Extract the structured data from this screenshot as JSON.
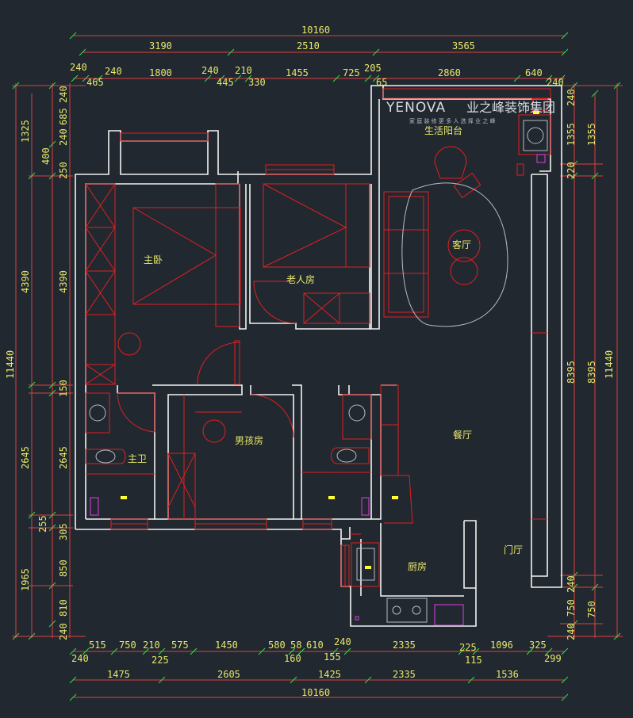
{
  "brand": {
    "logo_text": "YENOVA",
    "company": "业之峰装饰集团",
    "slogan": "家 庭 装 修   更 多 人 选 择 业 之 峰"
  },
  "rooms": {
    "master_bedroom": "主卧",
    "elder_room": "老人房",
    "living_room": "客厅",
    "balcony": "生活阳台",
    "boy_room": "男孩房",
    "master_bath": "主卫",
    "dining_room": "餐厅",
    "kitchen": "厨房",
    "foyer": "门厅"
  },
  "dimensions": {
    "top_total": "10160",
    "top_row2": [
      "3190",
      "2510",
      "3565"
    ],
    "top_row3": [
      "240",
      "240",
      "1800",
      "240",
      "210",
      "1455",
      "725",
      "205",
      "2860",
      "640",
      "240"
    ],
    "top_row4": [
      "465",
      "445",
      "330",
      "65"
    ],
    "bottom_row1": [
      "515",
      "750",
      "210",
      "575",
      "1450",
      "580",
      "58",
      "610",
      "240",
      "2335",
      "225",
      "1096",
      "325"
    ],
    "bottom_row2": [
      "240",
      "225",
      "160",
      "155",
      "115",
      "299"
    ],
    "bottom_row3": [
      "1475",
      "2605",
      "1425",
      "2335",
      "1536"
    ],
    "bottom_total": "10160",
    "left_outer_total": "11440",
    "left_col2": [
      "1325",
      "4390",
      "2645",
      "1965"
    ],
    "left_col3": [
      "240",
      "685",
      "240",
      "400",
      "250",
      "4390",
      "150",
      "2645",
      "255",
      "305",
      "850",
      "810",
      "240"
    ],
    "right_outer_total": "11440",
    "right_col2": [
      "1355",
      "8395",
      "750"
    ],
    "right_col1": [
      "240",
      "1355",
      "220",
      "8395",
      "240",
      "750",
      "240"
    ]
  }
}
